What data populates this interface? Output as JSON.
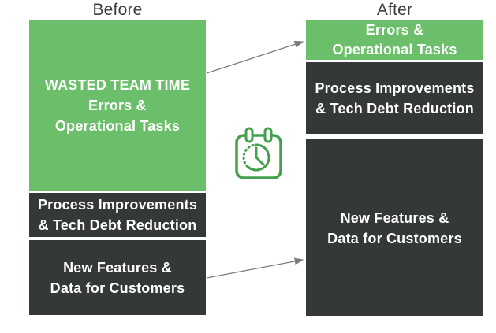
{
  "diagram": {
    "before": {
      "title": "Before",
      "blocks": [
        {
          "label": "WASTED TEAM TIME\nErrors &\nOperational Tasks",
          "color": "#6cbf6a"
        },
        {
          "label": "Process Improvements\n& Tech Debt Reduction",
          "color": "#353839"
        },
        {
          "label": "New Features &\nData for Customers",
          "color": "#353839"
        }
      ]
    },
    "after": {
      "title": "After",
      "blocks": [
        {
          "label": "Errors &\nOperational Tasks",
          "color": "#6cbf6a"
        },
        {
          "label": "Process Improvements\n& Tech Debt Reduction",
          "color": "#353839"
        },
        {
          "label": "New Features &\nData for Customers",
          "color": "#353839"
        }
      ]
    },
    "icon": {
      "name": "calendar-clock-icon",
      "color": "#44a04d"
    },
    "arrows": [
      {
        "name": "wasted-time-to-errors",
        "color": "#7b7b7b"
      },
      {
        "name": "new-features-to-new-features",
        "color": "#7b7b7b"
      }
    ]
  },
  "colors": {
    "green": "#6cbf6a",
    "dark": "#353839",
    "icon-green": "#44a04d",
    "arrow": "#7b7b7b",
    "title": "#3c3c3c",
    "bg": "#ffffff"
  }
}
